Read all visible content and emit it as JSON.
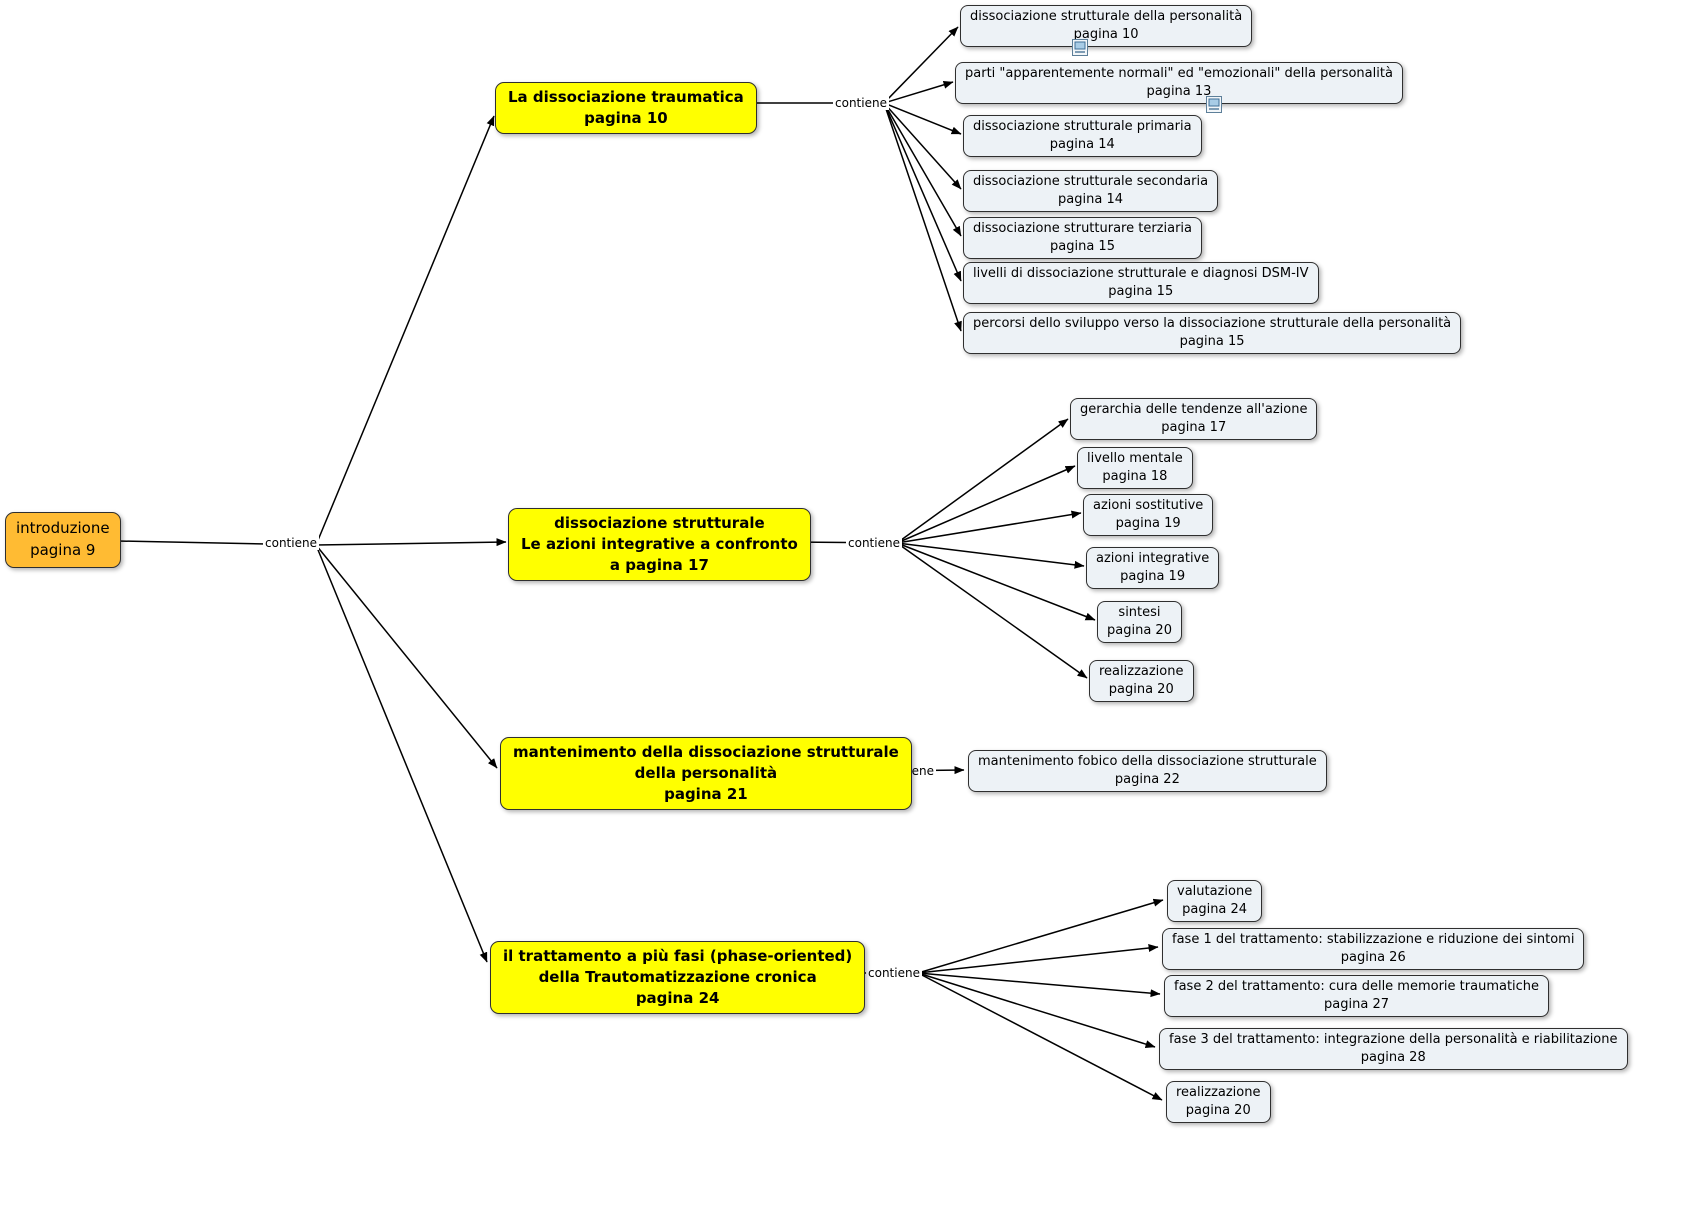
{
  "diagram": {
    "connector_label": "contiene",
    "colors": {
      "root_bg": "#ffbb33",
      "topic_bg": "#ffff00",
      "leaf_bg": "#edf2f6"
    },
    "root": {
      "lines": [
        "introduzione",
        "pagina 9"
      ]
    },
    "topics": [
      {
        "lines": [
          "La dissociazione traumatica",
          "pagina 10"
        ],
        "leaves": [
          {
            "label": "dissociazione strutturale della personalità",
            "page": "pagina 10"
          },
          {
            "label": "parti \"apparentemente normali\" ed \"emozionali\" della personalità",
            "page": "pagina 13"
          },
          {
            "label": "dissociazione strutturale primaria",
            "page": "pagina 14"
          },
          {
            "label": "dissociazione strutturale secondaria",
            "page": "pagina 14"
          },
          {
            "label": "dissociazione strutturare terziaria",
            "page": "pagina 15"
          },
          {
            "label": "livelli di dissociazione strutturale e diagnosi DSM-IV",
            "page": "pagina 15"
          },
          {
            "label": "percorsi dello sviluppo verso la dissociazione strutturale della personalità",
            "page": "pagina 15"
          }
        ]
      },
      {
        "lines": [
          "dissociazione strutturale",
          "Le azioni integrative a confronto",
          "a pagina 17"
        ],
        "leaves": [
          {
            "label": "gerarchia delle tendenze all'azione",
            "page": "pagina 17"
          },
          {
            "label": "livello mentale",
            "page": "pagina 18"
          },
          {
            "label": "azioni sostitutive",
            "page": "pagina 19"
          },
          {
            "label": "azioni integrative",
            "page": "pagina 19"
          },
          {
            "label": "sintesi",
            "page": "pagina 20"
          },
          {
            "label": "realizzazione",
            "page": "pagina 20"
          }
        ]
      },
      {
        "lines": [
          "mantenimento della dissociazione strutturale",
          "della personalità",
          "pagina 21"
        ],
        "leaves": [
          {
            "label": "mantenimento fobico della dissociazione strutturale",
            "page": "pagina 22"
          }
        ]
      },
      {
        "lines": [
          "il trattamento a più fasi (phase-oriented)",
          "della Trautomatizzazione cronica",
          "pagina 24"
        ],
        "leaves": [
          {
            "label": "valutazione",
            "page": "pagina 24"
          },
          {
            "label": "fase 1 del trattamento: stabilizzazione e riduzione dei sintomi",
            "page": "pagina 26"
          },
          {
            "label": "fase 2 del trattamento: cura delle memorie traumatiche",
            "page": "pagina 27"
          },
          {
            "label": "fase 3 del trattamento: integrazione della personalità e riabilitazione",
            "page": "pagina 28"
          },
          {
            "label": "realizzazione",
            "page": "pagina 20"
          }
        ]
      }
    ]
  }
}
